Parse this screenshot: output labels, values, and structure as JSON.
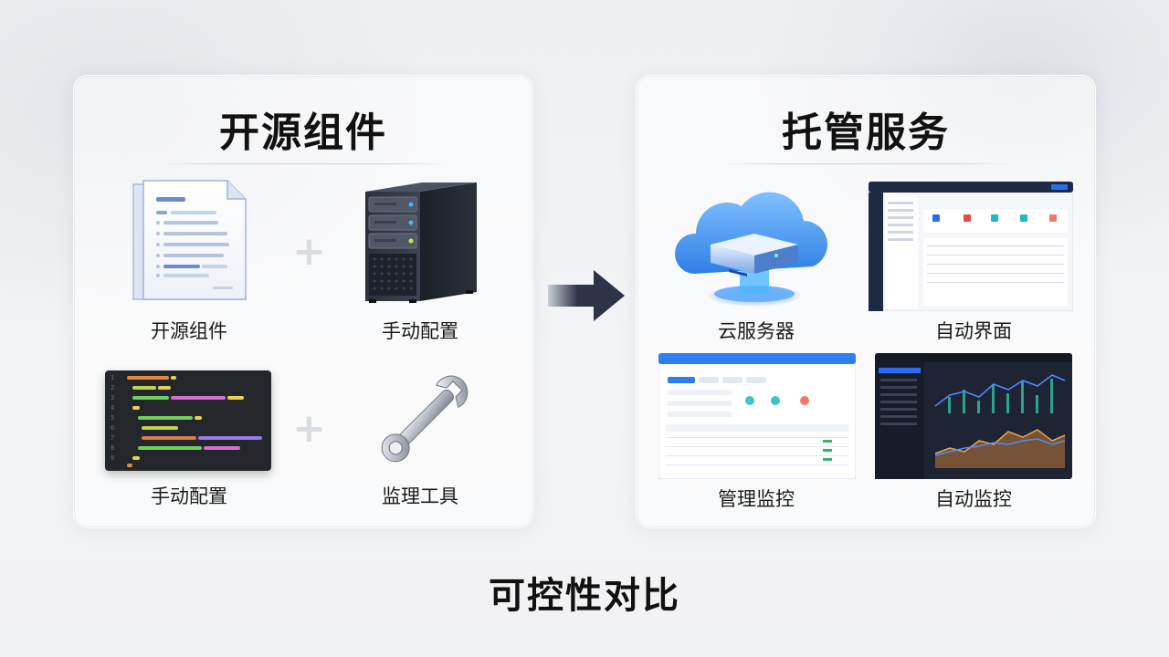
{
  "left_panel": {
    "title": "开源组件",
    "items": [
      {
        "label": "开源组件",
        "icon": "document-icon"
      },
      {
        "label": "手动配置",
        "icon": "server-tower-icon"
      },
      {
        "label": "手动配置",
        "icon": "code-editor-icon"
      },
      {
        "label": "监理工具",
        "icon": "wrench-icon"
      }
    ]
  },
  "right_panel": {
    "title": "托管服务",
    "items": [
      {
        "label": "云服务器",
        "icon": "cloud-server-icon"
      },
      {
        "label": "自动界面",
        "icon": "dashboard-screenshot"
      },
      {
        "label": "管理监控",
        "icon": "admin-panel-screenshot"
      },
      {
        "label": "自动监控",
        "icon": "monitoring-chart-screenshot"
      }
    ]
  },
  "footer": {
    "title": "可控性对比"
  },
  "colors": {
    "accent": "#2d6cf0",
    "arrow": "#2c3446",
    "dark_panel": "#1e2433"
  }
}
